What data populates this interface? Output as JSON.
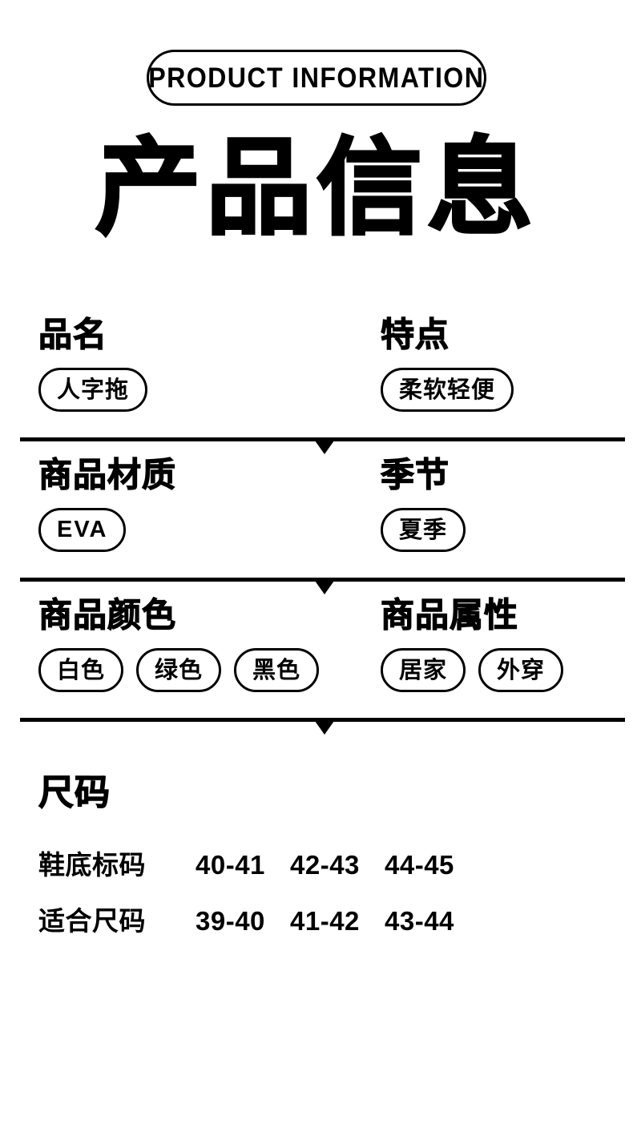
{
  "header": {
    "badge_label": "PRODUCT INFORMATION",
    "title": "产品信息"
  },
  "spec_rows": [
    {
      "left": {
        "heading": "品名",
        "tags": [
          "人字拖"
        ]
      },
      "right": {
        "heading": "特点",
        "tags": [
          "柔软轻便"
        ]
      }
    },
    {
      "left": {
        "heading": "商品材质",
        "tags": [
          "EVA"
        ]
      },
      "right": {
        "heading": "季节",
        "tags": [
          "夏季"
        ]
      }
    },
    {
      "left": {
        "heading": "商品颜色",
        "tags": [
          "白色",
          "绿色",
          "黑色"
        ]
      },
      "right": {
        "heading": "商品属性",
        "tags": [
          "居家",
          "外穿"
        ]
      }
    }
  ],
  "size": {
    "title": "尺码",
    "rows": [
      {
        "label": "鞋底标码",
        "values": [
          "40-41",
          "42-43",
          "44-45"
        ]
      },
      {
        "label": "适合尺码",
        "values": [
          "39-40",
          "41-42",
          "43-44"
        ]
      }
    ]
  },
  "colors": {
    "ink": "#000000",
    "background": "#ffffff"
  }
}
